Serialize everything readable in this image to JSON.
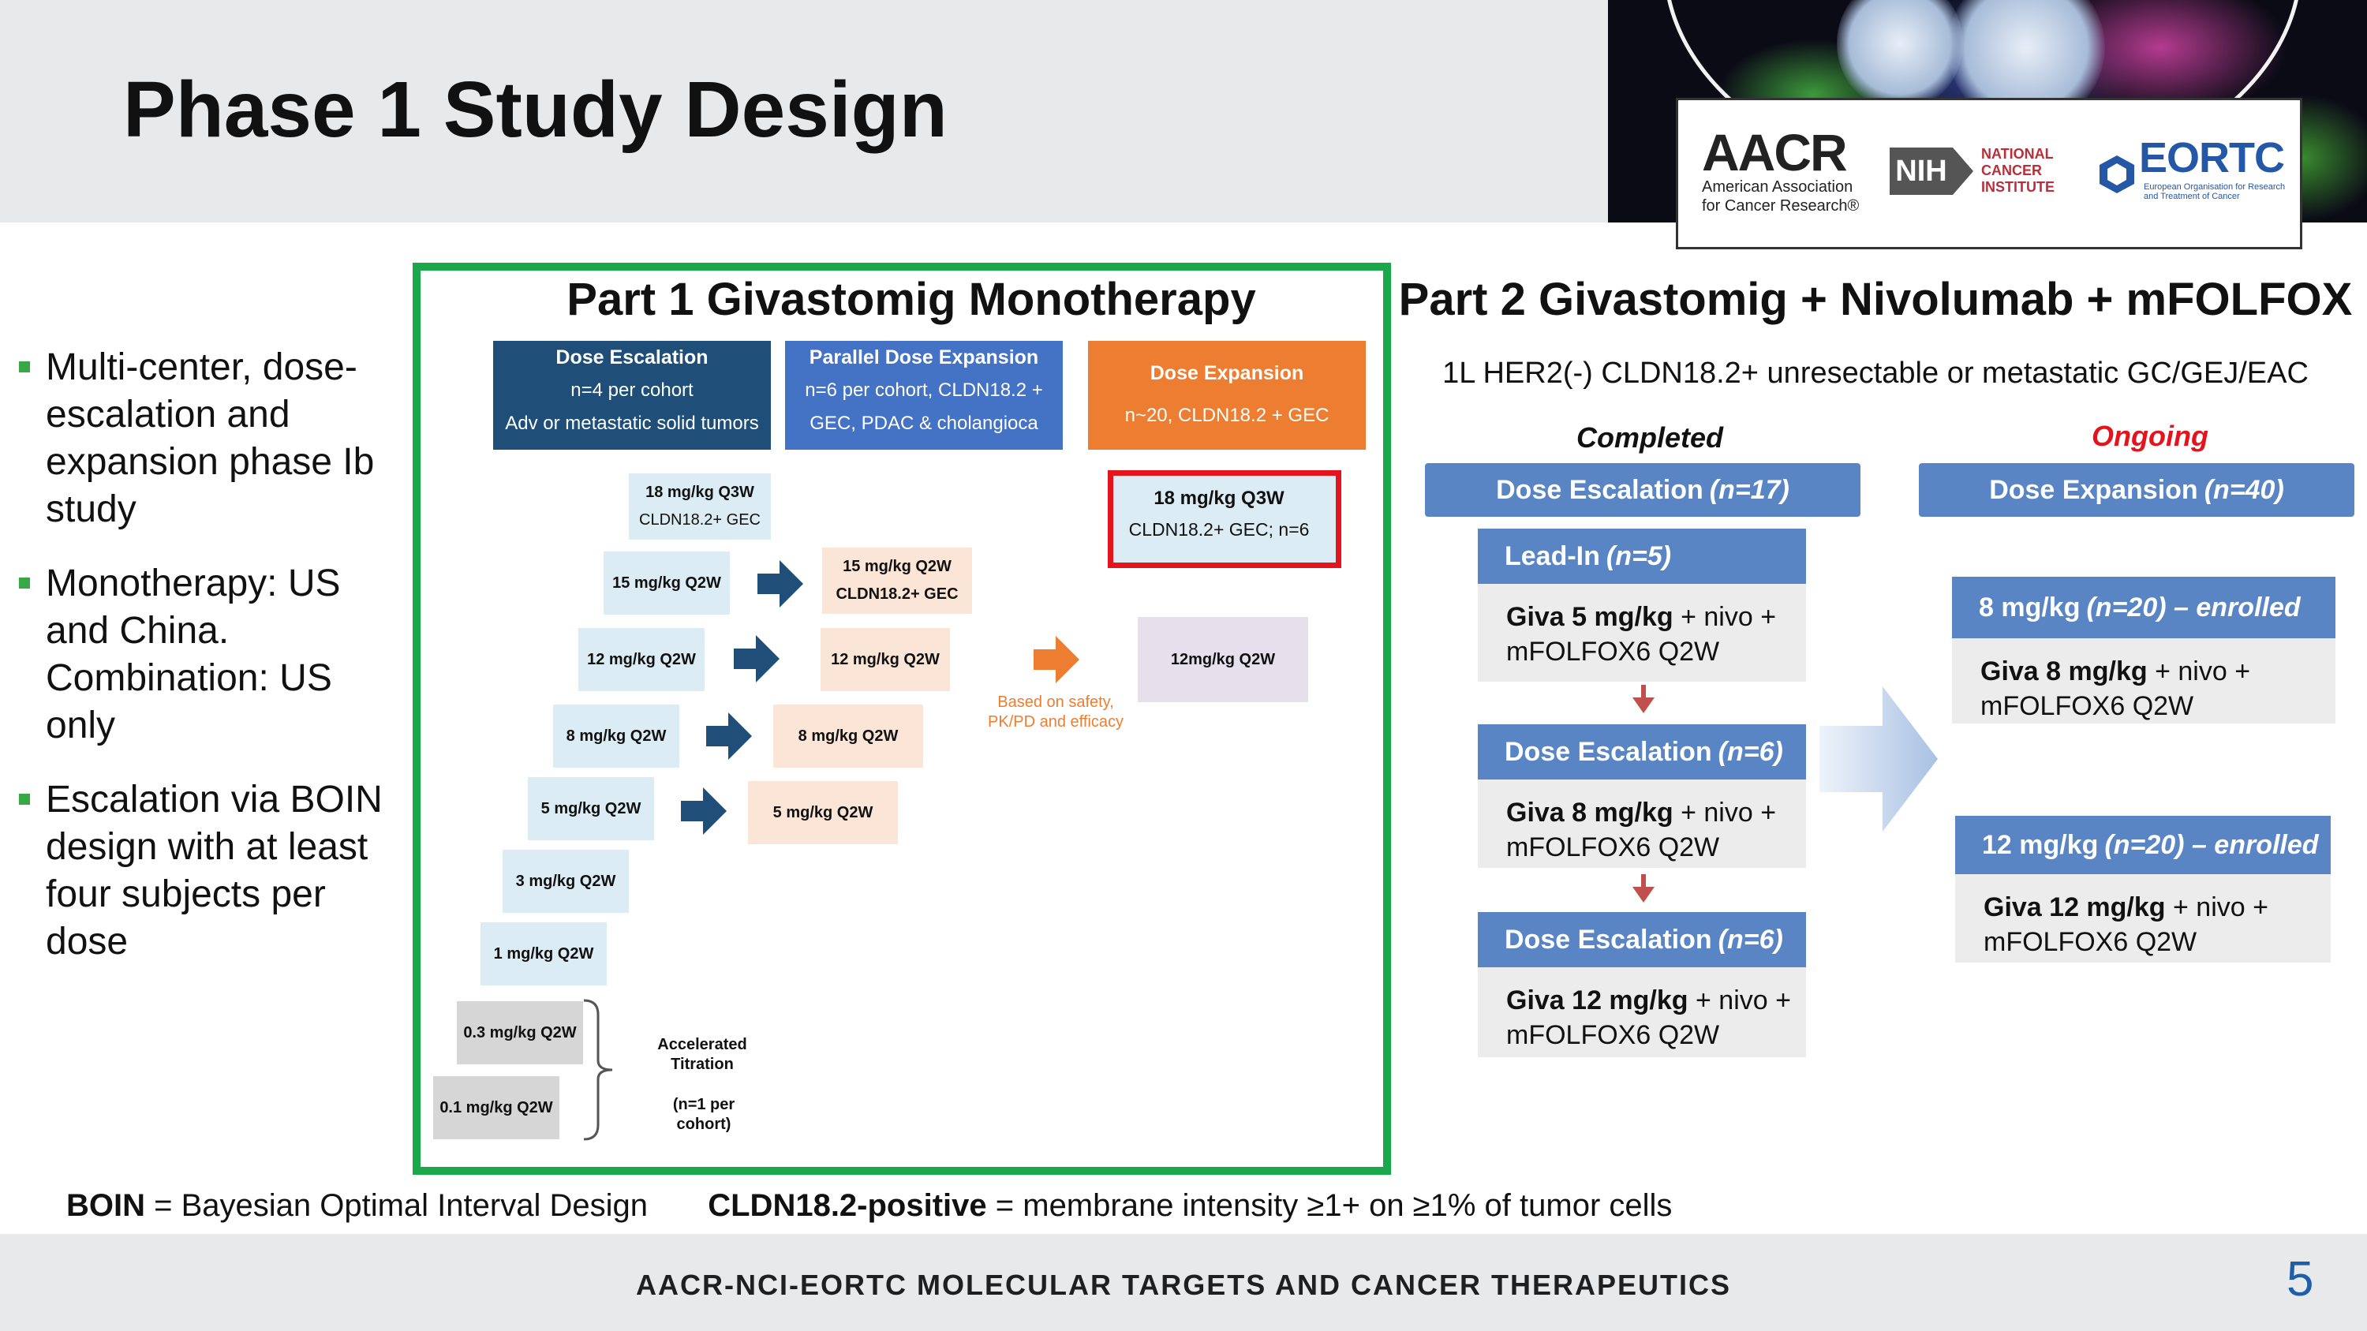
{
  "slide": {
    "title": "Phase 1 Study Design",
    "page_number": "5",
    "footer": "AACR-NCI-EORTC MOLECULAR TARGETS AND CANCER THERAPEUTICS"
  },
  "logos": {
    "aacr": "AACR",
    "aacr_sub": "American Association for Cancer Research®",
    "nih": "NIH",
    "nci": "NATIONAL CANCER INSTITUTE",
    "eortc": "EORTC",
    "eortc_sub": "European Organisation for Research and Treatment of Cancer"
  },
  "bullets": [
    "Multi-center, dose-escalation and expansion phase Ib study",
    "Monotherapy: US and China. Combination: US only",
    "Escalation via BOIN design with at least four subjects per dose"
  ],
  "part1": {
    "title": "Part 1 Givastomig Monotherapy",
    "headers": {
      "escalation": {
        "title": "Dose Escalation",
        "line1": "n=4 per cohort",
        "line2": "Adv or metastatic solid tumors"
      },
      "parallel": {
        "title": "Parallel Dose Expansion",
        "line1": "n=6 per cohort, CLDN18.2 +",
        "line2": "GEC, PDAC & cholangioca"
      },
      "expansion": {
        "title": "Dose Expansion",
        "line1": "n~20, CLDN18.2 + GEC"
      }
    },
    "escalation_steps": {
      "s18": {
        "label": "18 mg/kg Q3W",
        "sub": "CLDN18.2+ GEC"
      },
      "s15": "15 mg/kg Q2W",
      "s12": "12 mg/kg Q2W",
      "s8": "8 mg/kg Q2W",
      "s5": "5 mg/kg Q2W",
      "s3": "3 mg/kg Q2W",
      "s1": "1 mg/kg Q2W",
      "s03": "0.3 mg/kg Q2W",
      "s01": "0.1 mg/kg Q2W"
    },
    "parallel_steps": {
      "p15": {
        "label": "15 mg/kg Q2W",
        "sub": "CLDN18.2+ GEC"
      },
      "p12": "12 mg/kg Q2W",
      "p8": "8 mg/kg Q2W",
      "p5": "5 mg/kg Q2W"
    },
    "expansion_steps": {
      "e18": {
        "label": "18 mg/kg Q3W",
        "sub": "CLDN18.2+ GEC; n=6"
      },
      "e12": "12mg/kg Q2W"
    },
    "criteria_note": "Based on safety, PK/PD and efficacy",
    "accelerated": {
      "line1": "Accelerated Titration",
      "line2": "(n=1 per cohort)"
    }
  },
  "part2": {
    "title": "Part 2 Givastomig + Nivolumab + mFOLFOX",
    "subtitle": "1L HER2(-) CLDN18.2+ unresectable or metastatic GC/GEJ/EAC",
    "completed": {
      "status": "Completed",
      "bar": {
        "label": "Dose Escalation",
        "n": "(n=17)"
      },
      "cohorts": [
        {
          "title": "Lead-In",
          "n": "(n=5)",
          "dose": "Giva 5 mg/kg",
          "rest1": " + nivo +",
          "rest2": "mFOLFOX6 Q2W"
        },
        {
          "title": "Dose Escalation",
          "n": "(n=6)",
          "dose": "Giva 8 mg/kg",
          "rest1": " + nivo +",
          "rest2": "mFOLFOX6 Q2W"
        },
        {
          "title": "Dose Escalation",
          "n": "(n=6)",
          "dose": "Giva 12 mg/kg",
          "rest1": " + nivo +",
          "rest2": "mFOLFOX6 Q2W"
        }
      ]
    },
    "ongoing": {
      "status": "Ongoing",
      "bar": {
        "label": "Dose Expansion",
        "n": "(n=40)"
      },
      "cohorts": [
        {
          "title": "8 mg/kg",
          "n": "(n=20) – enrolled",
          "dose": "Giva 8 mg/kg",
          "rest1": " + nivo +",
          "rest2": "mFOLFOX6 Q2W"
        },
        {
          "title": "12 mg/kg",
          "n": "(n=20) – enrolled",
          "dose": "Giva 12 mg/kg",
          "rest1": " + nivo +",
          "rest2": "mFOLFOX6 Q2W"
        }
      ]
    }
  },
  "footnote": {
    "boin_term": "BOIN",
    "boin_def": " = Bayesian Optimal Interval Design",
    "cldn_term": "CLDN18.2-positive",
    "cldn_def": " = membrane intensity ≥1+ on ≥1% of tumor cells"
  },
  "colors": {
    "title_bar": "#e7e9eb",
    "green_frame": "#1aa84a",
    "escalation_header": "#1f4e79",
    "parallel_header": "#4472c4",
    "expansion_header": "#ed7d31",
    "red_highlight": "#e4131c",
    "part2_blue": "#5985c5",
    "completed_text": "#111111",
    "ongoing_text": "#e4131c",
    "page_number": "#1f5ea8"
  }
}
